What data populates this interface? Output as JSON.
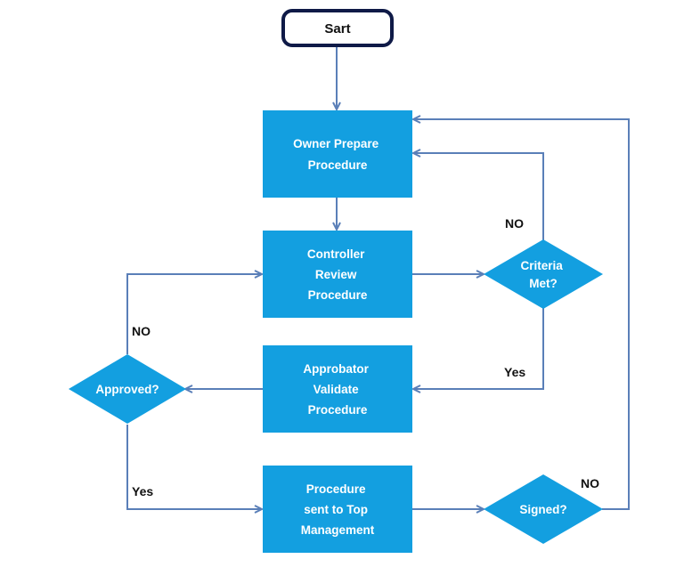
{
  "colors": {
    "node_fill": "#139fe0",
    "connector": "#5a7fb8",
    "start_border": "#0f1a47",
    "label_text": "#111111"
  },
  "start": {
    "label": "Sart"
  },
  "process": {
    "prepare": {
      "lines": [
        "Owner Prepare",
        "Procedure"
      ]
    },
    "review": {
      "lines": [
        "Controller",
        "Review",
        "Procedure"
      ]
    },
    "validate": {
      "lines": [
        "Approbator",
        "Validate",
        "Procedure"
      ]
    },
    "send": {
      "lines": [
        "Procedure",
        "sent to Top",
        "Management"
      ]
    }
  },
  "decision": {
    "criteria": {
      "lines": [
        "Criteria",
        "Met?"
      ]
    },
    "approved": {
      "lines": [
        "Approved?"
      ]
    },
    "signed": {
      "lines": [
        "Signed?"
      ]
    }
  },
  "edge_labels": {
    "criteria_no": "NO",
    "criteria_yes": "Yes",
    "approved_no": "NO",
    "approved_yes": "Yes",
    "signed_no": "NO"
  }
}
